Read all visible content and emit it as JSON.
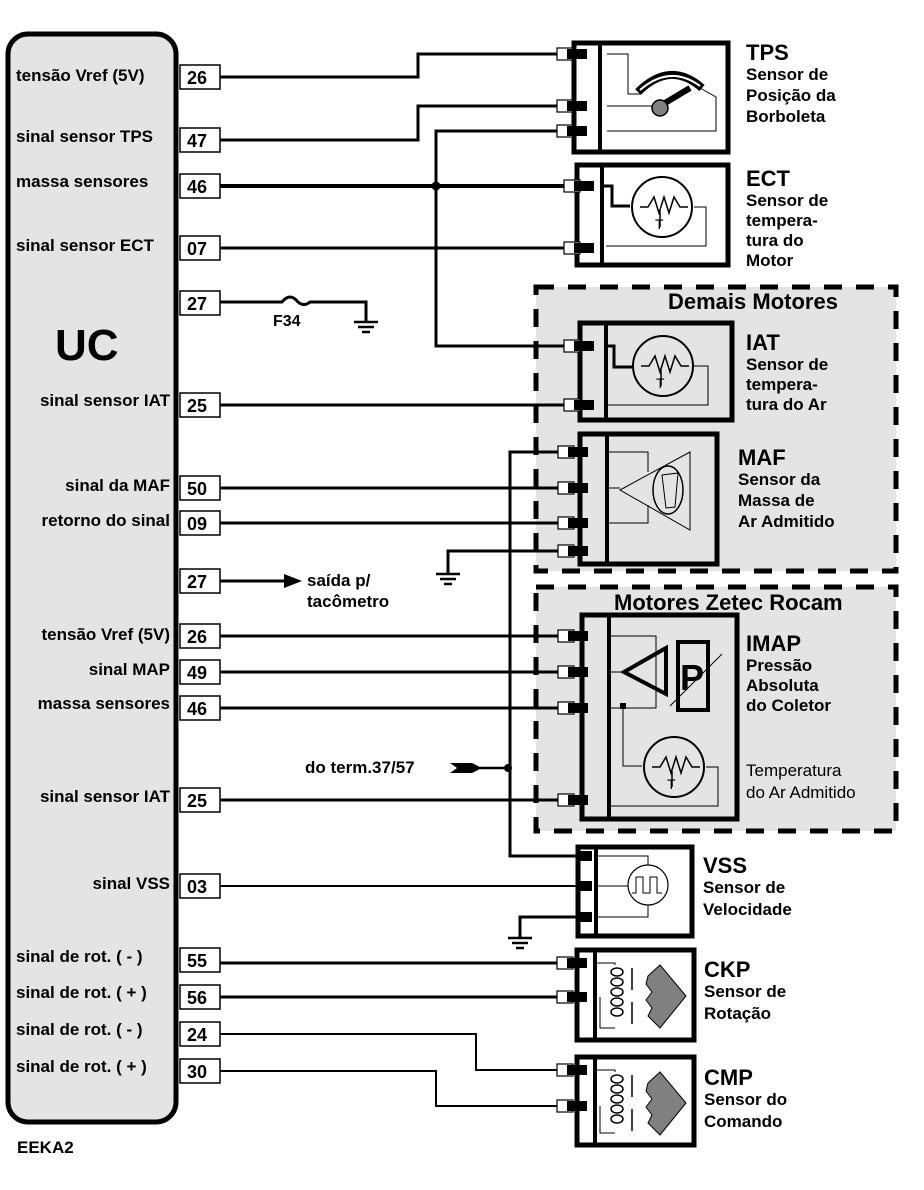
{
  "diagram": {
    "code": "EEKA2",
    "ecu_label": "UC",
    "colors": {
      "ecu_fill": "#e4e4e4",
      "group_fill": "#e4e4e4",
      "wire": "#000000",
      "gear_fill": "#808080",
      "pivot_fill": "#808080"
    },
    "ecu_pins": [
      {
        "label": "tensão Vref (5V)",
        "pin": "26"
      },
      {
        "label": "sinal sensor TPS",
        "pin": "47"
      },
      {
        "label": "massa sensores",
        "pin": "46"
      },
      {
        "label": "sinal sensor ECT",
        "pin": "07"
      },
      {
        "label": "",
        "pin": "27"
      },
      {
        "label": "sinal sensor IAT",
        "pin": "25"
      },
      {
        "label": "sinal da MAF",
        "pin": "50"
      },
      {
        "label": "retorno do sinal",
        "pin": "09"
      },
      {
        "label": "",
        "pin": "27"
      },
      {
        "label": "tensão Vref (5V)",
        "pin": "26"
      },
      {
        "label": "sinal MAP",
        "pin": "49"
      },
      {
        "label": "massa sensores",
        "pin": "46"
      },
      {
        "label": "sinal sensor IAT",
        "pin": "25"
      },
      {
        "label": "sinal VSS",
        "pin": "03"
      },
      {
        "label": "sinal de rot. ( - )",
        "pin": "55"
      },
      {
        "label": "sinal de rot. ( + )",
        "pin": "56"
      },
      {
        "label": "sinal de rot. ( - )",
        "pin": "24"
      },
      {
        "label": "sinal de rot. ( + )",
        "pin": "30"
      }
    ],
    "fuse_label": "F34",
    "tach_output": [
      "saída p/",
      "tacômetro"
    ],
    "term_input": "do term.37/57",
    "groups": [
      {
        "title": "Demais Motores"
      },
      {
        "title": "Motores Zetec Rocam"
      }
    ],
    "sensors": [
      {
        "code": "TPS",
        "desc": [
          "Sensor de",
          "Posição da",
          "Borboleta"
        ]
      },
      {
        "code": "ECT",
        "desc": [
          "Sensor de",
          "tempera-",
          "tura do",
          "Motor"
        ]
      },
      {
        "code": "IAT",
        "desc": [
          "Sensor de",
          "tempera-",
          "tura do Ar"
        ]
      },
      {
        "code": "MAF",
        "desc": [
          "Sensor da",
          "Massa de",
          "Ar Admitido"
        ]
      },
      {
        "code": "IMAP",
        "desc": [
          "Pressão",
          "Absoluta",
          "do Coletor"
        ],
        "desc2": [
          "Temperatura",
          "do Ar Admitido"
        ]
      },
      {
        "code": "VSS",
        "desc": [
          "Sensor de",
          "Velocidade"
        ]
      },
      {
        "code": "CKP",
        "desc": [
          "Sensor de",
          "Rotação"
        ]
      },
      {
        "code": "CMP",
        "desc": [
          "Sensor do",
          "Comando"
        ]
      }
    ],
    "thermistor_letter": "T",
    "pressure_letter": "P"
  }
}
